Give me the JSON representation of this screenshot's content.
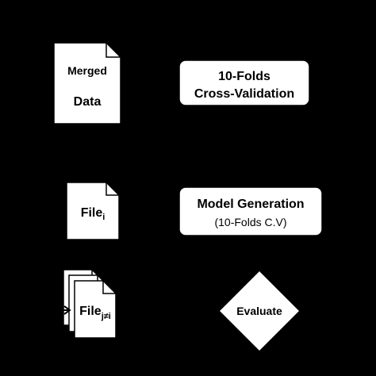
{
  "colors": {
    "background": "#000000",
    "shape_fill": "#ffffff",
    "shape_stroke": "#000000",
    "text": "#000000"
  },
  "merged_data": {
    "line1": "Merged",
    "line2": "Data"
  },
  "cross_validation": {
    "line1": "10-Folds",
    "line2": "Cross-Validation"
  },
  "file_i": {
    "base": "File",
    "subscript": "i"
  },
  "model_generation": {
    "title": "Model Generation",
    "subtitle": "(10-Folds C.V)"
  },
  "file_j": {
    "base": "File",
    "subscript": "j≠i"
  },
  "evaluate": {
    "label": "Evaluate"
  }
}
